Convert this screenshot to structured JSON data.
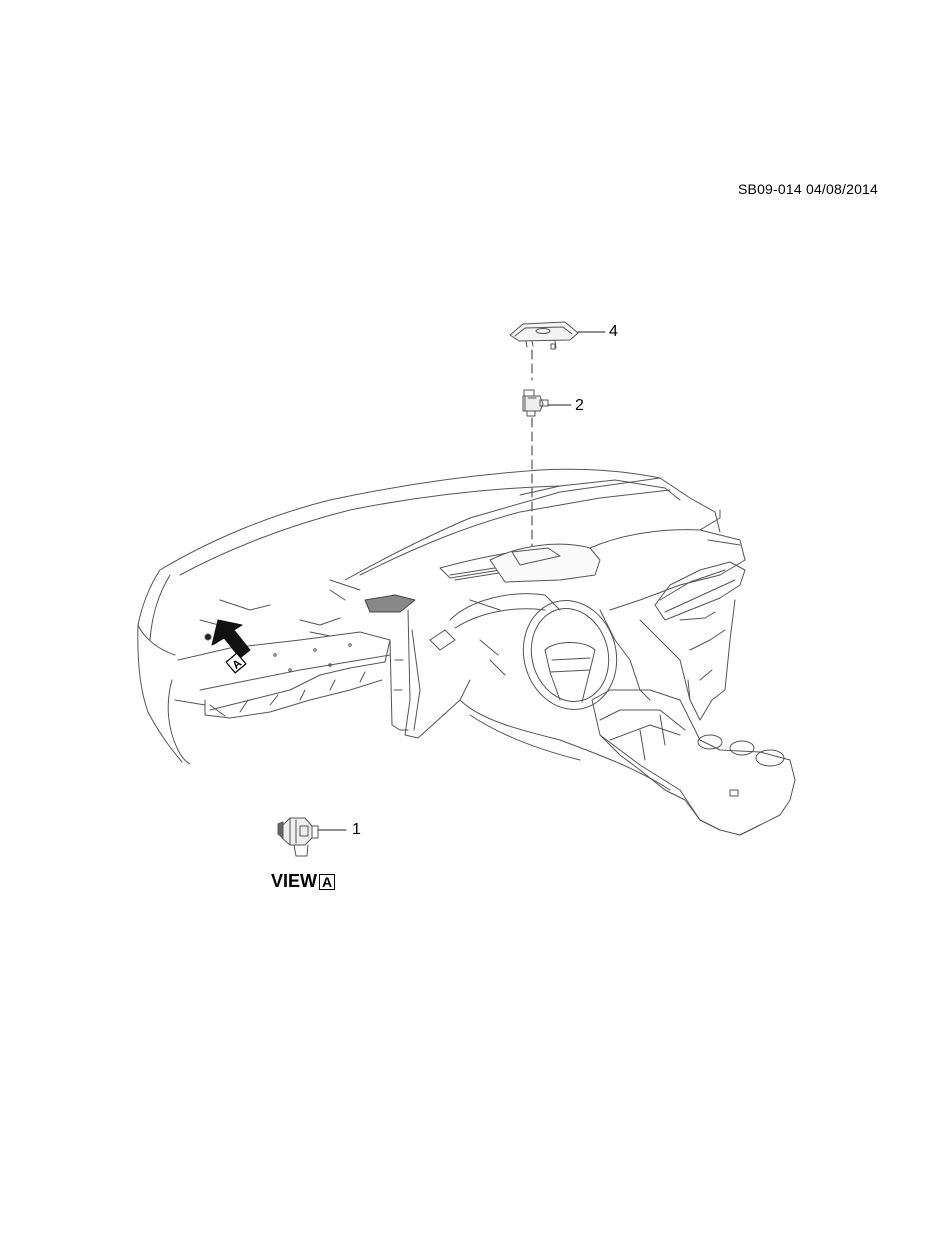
{
  "diagram_ref": "SB09-014 04/08/2014",
  "callouts": {
    "c1": "1",
    "c2": "2",
    "c4": "4"
  },
  "view_label": {
    "text": "VIEW",
    "letter": "A"
  },
  "arrow_marker_letter": "A"
}
